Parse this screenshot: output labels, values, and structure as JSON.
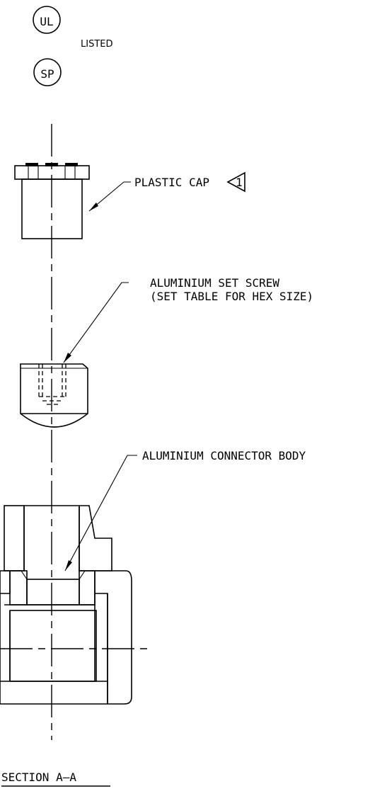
{
  "certifications": {
    "ul_mark": "UL",
    "listed_label": "LISTED",
    "csa_mark": "SP"
  },
  "callouts": {
    "plastic_cap": "PLASTIC CAP",
    "revision_number": "1",
    "set_screw_line1": "ALUMINIUM SET SCREW",
    "set_screw_line2": "(SET TABLE FOR HEX SIZE)",
    "connector_body": "ALUMINIUM CONNECTOR BODY"
  },
  "section_title": "SECTION A–A"
}
